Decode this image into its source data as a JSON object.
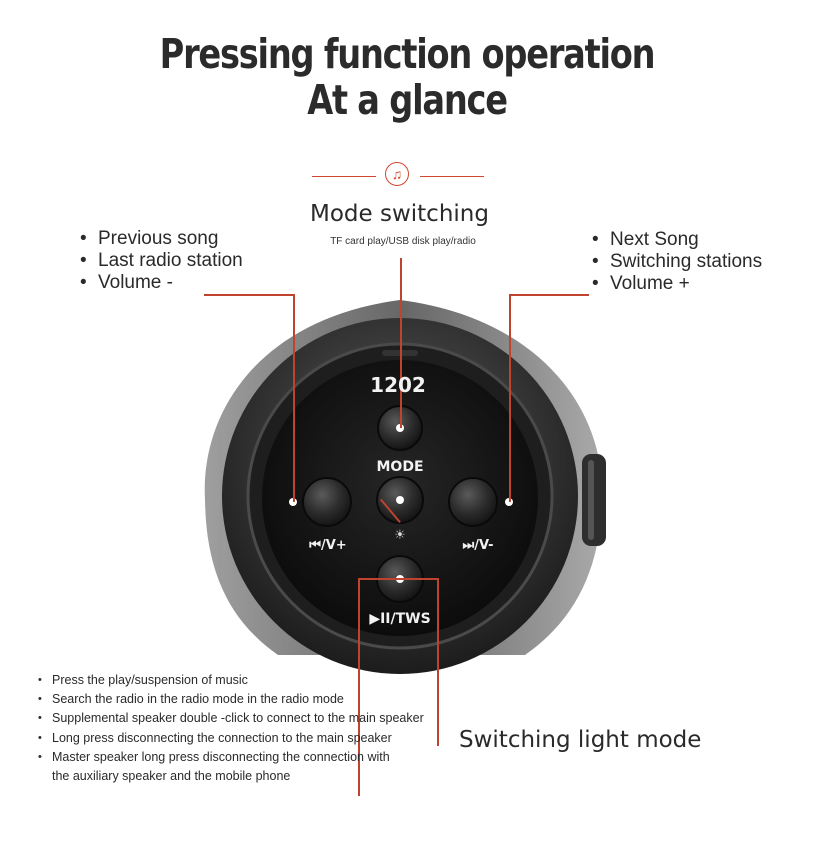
{
  "title": {
    "line1": "Pressing function operation",
    "line2": "At a glance"
  },
  "divider_icon": "music-note-icon",
  "mode_switching": {
    "label": "Mode switching",
    "subtitle": "TF card play/USB disk play/radio"
  },
  "left_functions": [
    "Previous song",
    "Last radio station",
    "Volume -"
  ],
  "right_functions": [
    "Next Song",
    "Switching stations",
    "Volume +"
  ],
  "device": {
    "model": "1202",
    "mode_label": "MODE",
    "prev_label": "⏮/V+",
    "next_label": "⏭/V-",
    "play_label": "▶II/TWS",
    "light_symbol": "☀"
  },
  "play_functions": [
    "Press the play/suspension of music",
    "Search the radio in the radio mode in the radio mode",
    "Supplemental speaker double -click to connect to the main speaker",
    "Long press disconnecting the connection to the main speaker",
    "Master speaker long press disconnecting the connection with",
    "the auxiliary speaker and the mobile phone"
  ],
  "light_mode_label": "Switching light mode",
  "colors": {
    "accent": "#c0432e",
    "title": "#2b2b2b",
    "device_body": "#1a1a1a"
  }
}
